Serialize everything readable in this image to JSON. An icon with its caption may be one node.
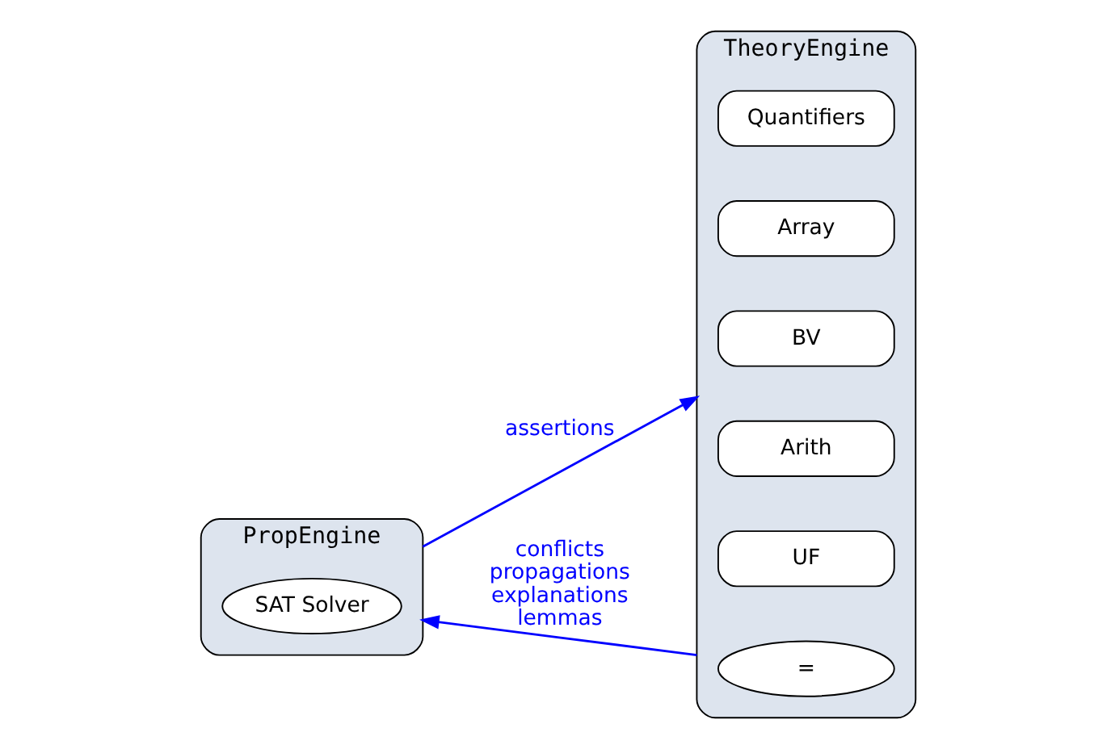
{
  "diagram": {
    "nodes": [
      {
        "text": [
          "PropEngine"
        ]
      },
      {
        "text": [
          "SAT Solver"
        ],
        "in": 0
      },
      {
        "text": [
          "TheoryEngine"
        ]
      },
      {
        "text": [
          "="
        ],
        "in": 2
      },
      {
        "text": [
          "UF"
        ],
        "in": 2
      },
      {
        "text": [
          "Arith"
        ],
        "in": 2
      },
      {
        "text": [
          "BV"
        ],
        "in": 2
      },
      {
        "text": [
          "Array"
        ],
        "in": 2
      },
      {
        "text": [
          "Quantifiers"
        ],
        "in": 2
      }
    ],
    "edges": [
      {
        "from": 0,
        "to": 2,
        "arrow": "to",
        "label": "assertions",
        "color": "#0000ff"
      },
      {
        "from": 2,
        "to": 0,
        "arrow": "to",
        "label": "conflicts propagations explanations lemmas",
        "color": "#0000ff"
      }
    ]
  }
}
